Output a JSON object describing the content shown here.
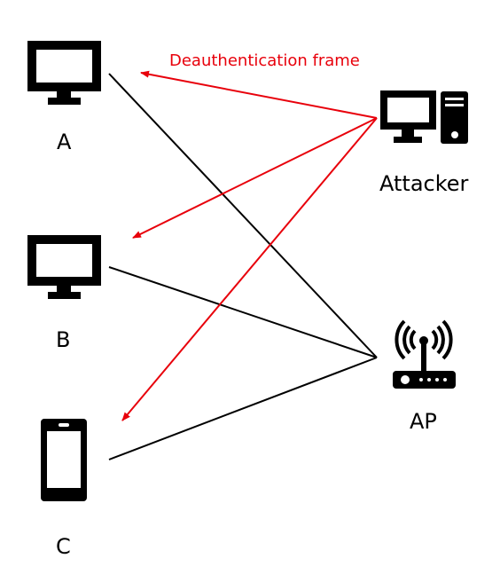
{
  "nodes": {
    "a": {
      "label": "A"
    },
    "b": {
      "label": "B"
    },
    "c": {
      "label": "C"
    },
    "attacker": {
      "label": "Attacker"
    },
    "ap": {
      "label": "AP"
    }
  },
  "annotation": {
    "label": "Deauthentication frame"
  },
  "colors": {
    "attack": "#e8000b",
    "link": "#000000"
  },
  "icons": {
    "a": "monitor-icon",
    "b": "monitor-icon",
    "c": "smartphone-icon",
    "attacker": "desktop-computer-icon",
    "ap": "wireless-router-icon"
  }
}
